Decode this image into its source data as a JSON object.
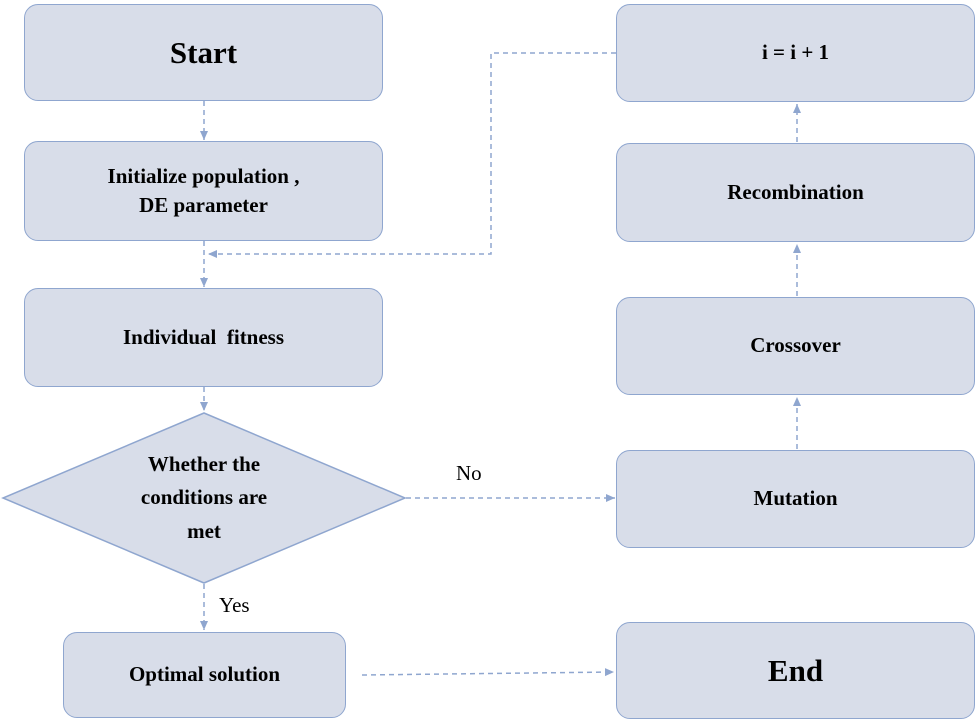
{
  "nodes": {
    "start": "Start",
    "init_line1": "Initialize population ,",
    "init_line2": "DE parameter",
    "fitness": "Individual  fitness",
    "decision_line1": "Whether the",
    "decision_line2": "conditions are",
    "decision_line3": "met",
    "optimal": "Optimal solution",
    "mutation": "Mutation",
    "crossover": "Crossover",
    "recombination": "Recombination",
    "increment": "i = i + 1",
    "end": "End"
  },
  "edges": {
    "no_label": "No",
    "yes_label": "Yes"
  },
  "colors": {
    "node_fill": "#d8dde9",
    "node_border": "#8fa6cf",
    "connector": "#8fa6cf"
  }
}
